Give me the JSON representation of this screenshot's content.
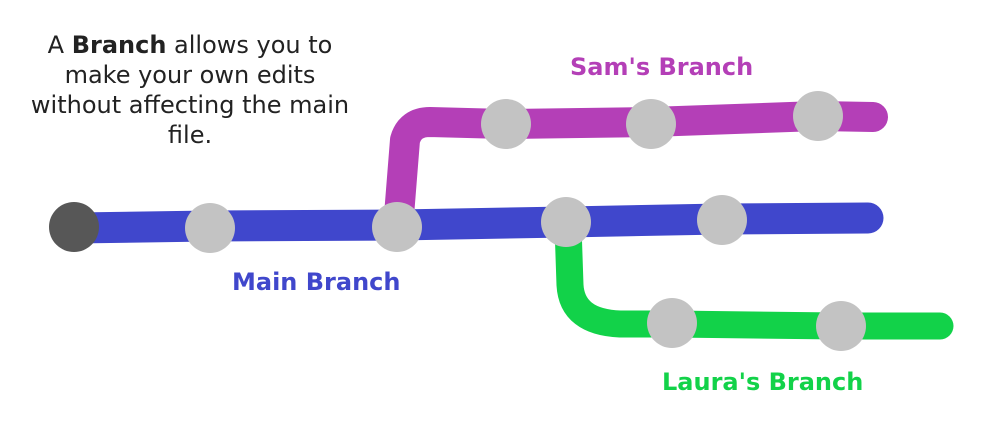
{
  "caption": {
    "prefix": "A ",
    "bold": "Branch",
    "suffix": " allows you to make your own edits without affecting the main file."
  },
  "branches": {
    "main": {
      "label": "Main Branch",
      "color": "#4047cc"
    },
    "sam": {
      "label": "Sam's Branch",
      "color": "#b43fb7"
    },
    "laura": {
      "label": "Laura's Branch",
      "color": "#12d249"
    }
  },
  "node_color": "#c3c3c3",
  "start_node_color": "#575757"
}
